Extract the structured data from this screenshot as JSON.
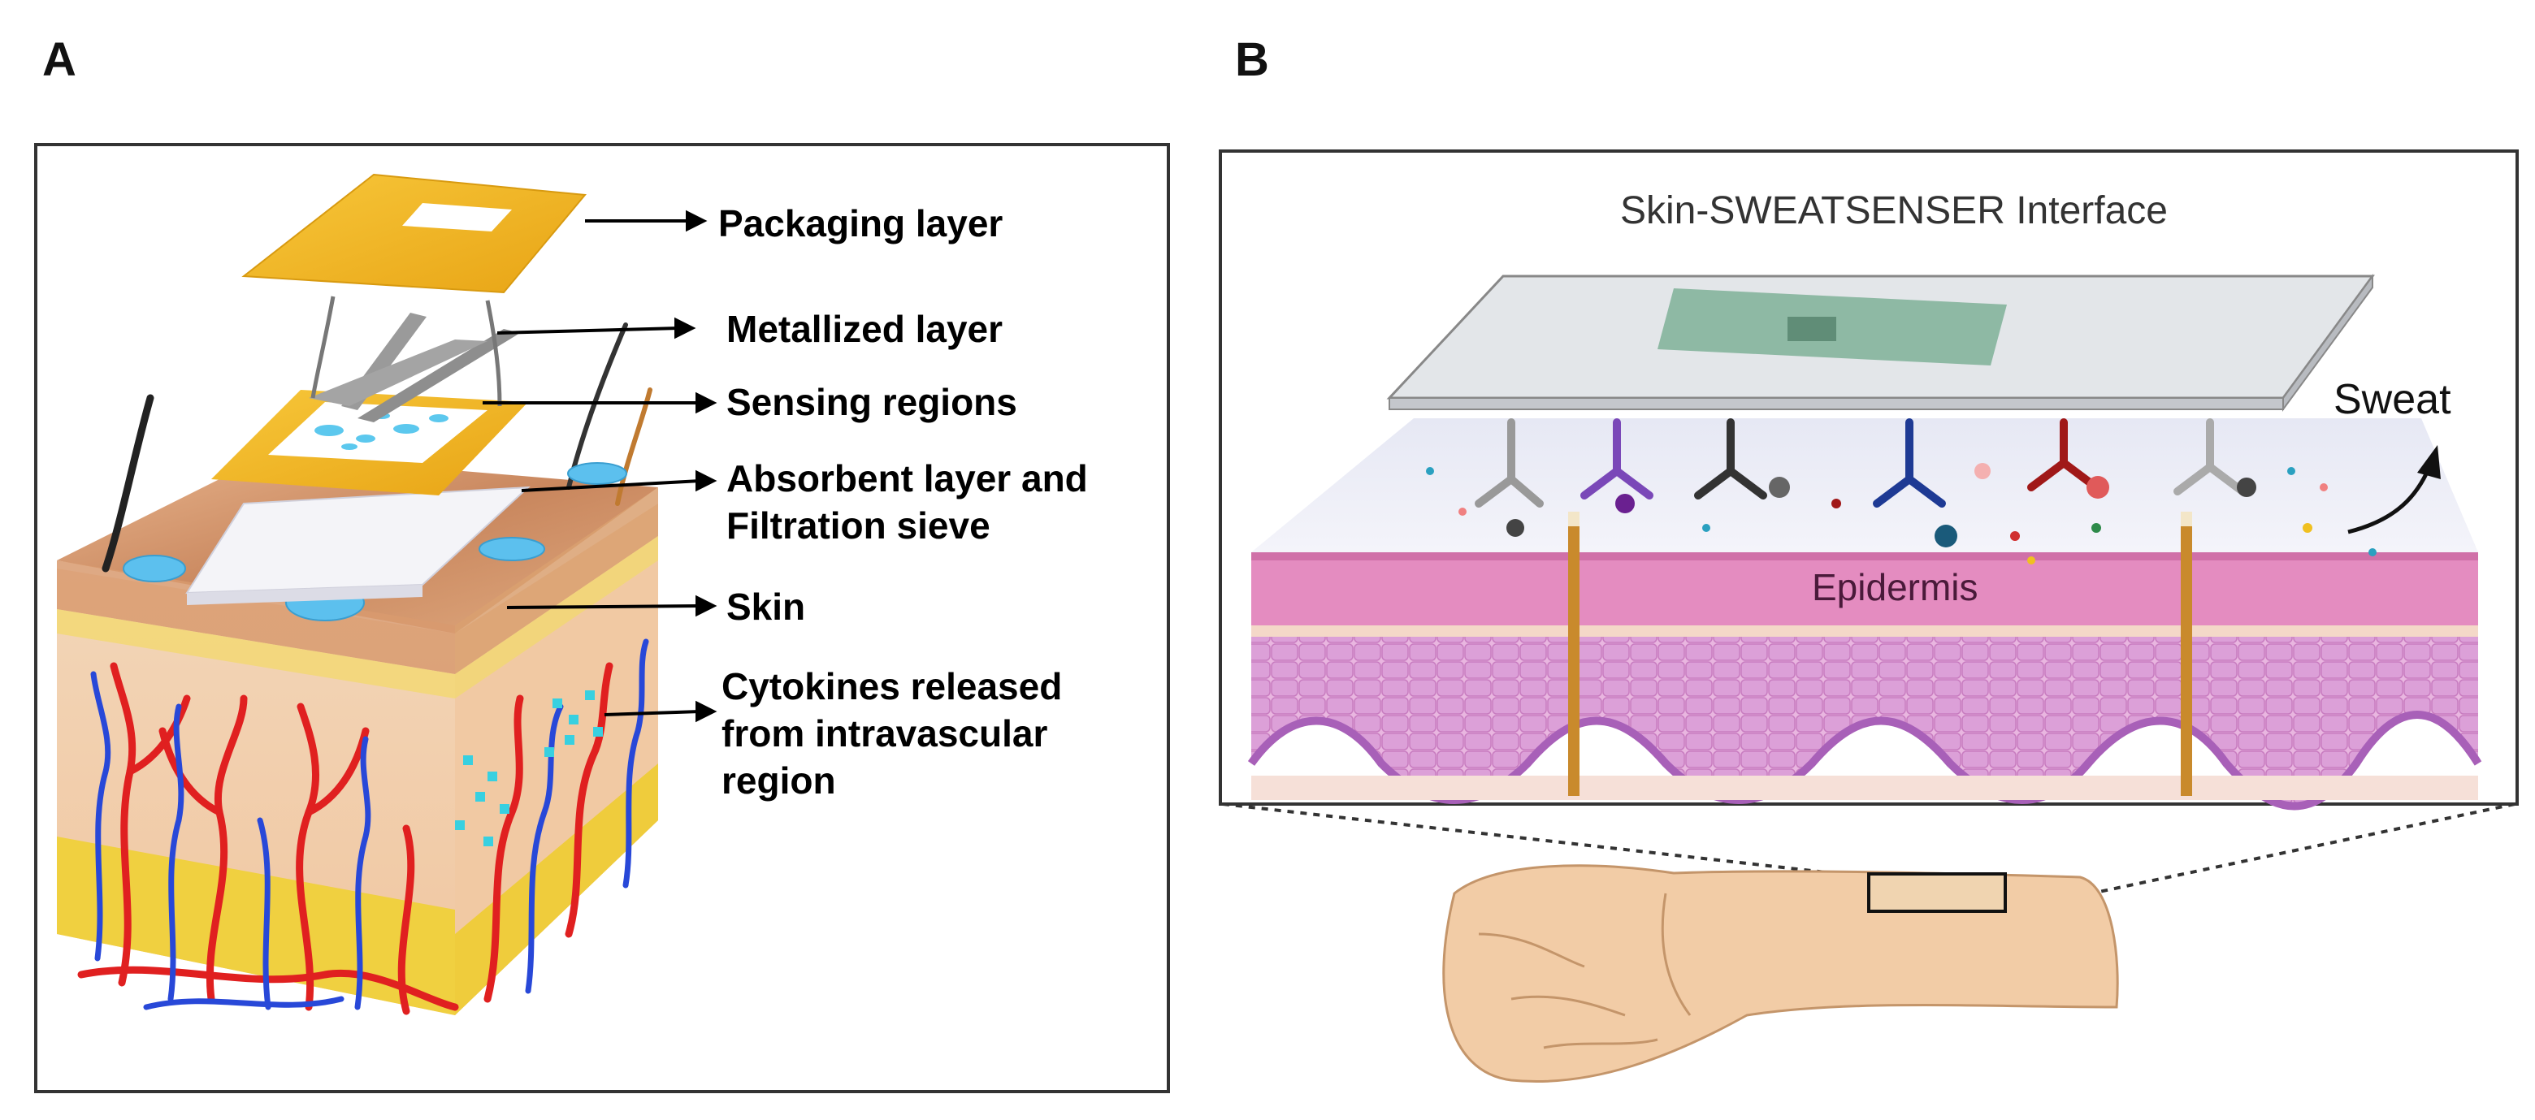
{
  "panels": {
    "a": {
      "letter": "A",
      "labels": {
        "packaging": "Packaging layer",
        "metallized": "Metallized layer",
        "sensing": "Sensing regions",
        "absorbent_1": "Absorbent layer and",
        "absorbent_2": "Filtration sieve",
        "skin": "Skin",
        "cytokines_1": "Cytokines released",
        "cytokines_2": "from intravascular",
        "cytokines_3": "region"
      }
    },
    "b": {
      "letter": "B",
      "title": "Skin-SWEATSENSER Interface",
      "epidermis": "Epidermis",
      "sweat": "Sweat"
    }
  },
  "colors": {
    "gold_layer": "#f2b620",
    "metal": "#9a9a9a",
    "sensing_dot": "#5cc8ee",
    "skin_top": "#d9a27a",
    "fat_yellow": "#f0d040",
    "artery": "#e02020",
    "vein": "#2040d0",
    "epidermis": "#e68cc0",
    "dermis_cells": "#d9a0d8",
    "hair": "#c98a2c"
  }
}
